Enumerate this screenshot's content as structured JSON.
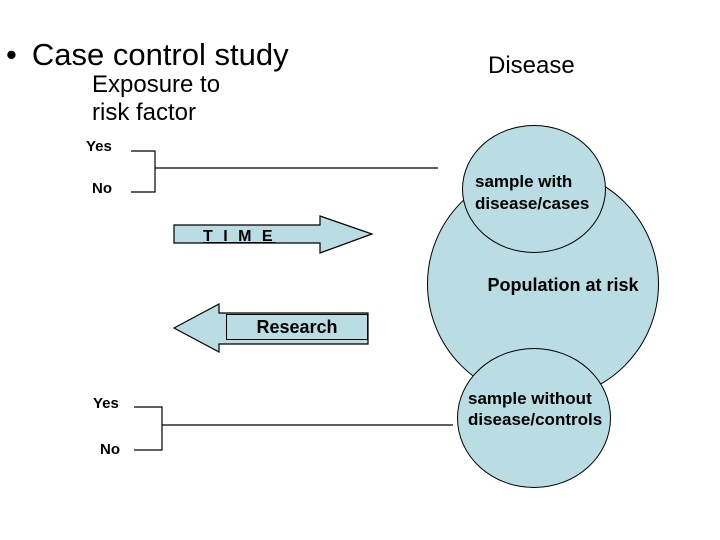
{
  "colors": {
    "background": "#ffffff",
    "text": "#000000",
    "shape-fill": "#b9dde2",
    "shape-stroke": "#000000"
  },
  "slide": {
    "bullet": "•",
    "title": "Case control study",
    "exposure_lines": [
      "Exposure to",
      "risk factor"
    ],
    "disease_label": "Disease",
    "top_branch": {
      "yes": "Yes",
      "no": "No"
    },
    "bottom_branch": {
      "yes": "Yes",
      "no": "No"
    },
    "time_arrow_label": "T I M E",
    "research_label": "Research",
    "population_label": "Population at risk",
    "cases_lines": [
      "sample with",
      "disease/cases"
    ],
    "controls_lines": [
      "sample without",
      "disease/controls"
    ]
  }
}
